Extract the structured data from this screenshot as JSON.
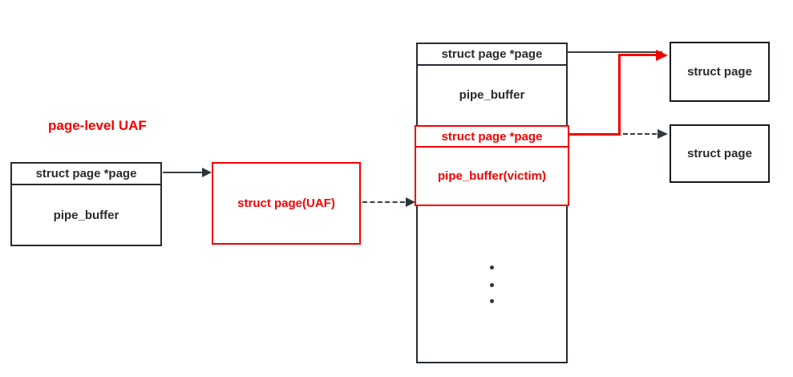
{
  "colors": {
    "red": "#f40000",
    "dark": "#262b33"
  },
  "caption": {
    "text": "page-level UAF"
  },
  "left_box": {
    "pointer_field": "struct page *page",
    "body": "pipe_buffer"
  },
  "uaf_box": {
    "label": "struct page(UAF)"
  },
  "memory_column": {
    "top_pointer_field": "struct page *page",
    "top_body": "pipe_buffer",
    "victim_pointer_field": "struct page *page",
    "victim_body": "pipe_buffer(victim)"
  },
  "right_boxes": {
    "top": "struct page",
    "bottom": "struct page"
  }
}
